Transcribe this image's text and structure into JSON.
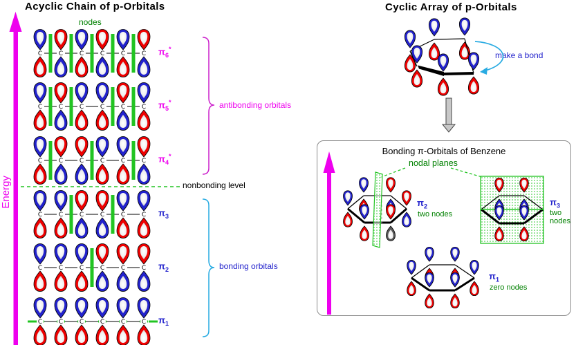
{
  "left_panel": {
    "title": "Acyclic Chain of p-Orbitals",
    "nodes_label": "nodes",
    "energy_label": "Energy",
    "nonbonding_label": "nonbonding level",
    "antibonding_label": "antibonding orbitals",
    "bonding_label": "bonding orbitals",
    "atom_symbol": "C",
    "levels": [
      {
        "name": "pi6-star",
        "sym": "π",
        "sub": "6",
        "star": "*",
        "type": "antibonding",
        "phases": [
          "+",
          "-",
          "+",
          "-",
          "+",
          "-"
        ],
        "node_gaps": [
          0,
          1,
          2,
          3,
          4
        ]
      },
      {
        "name": "pi5-star",
        "sym": "π",
        "sub": "5",
        "star": "*",
        "type": "antibonding",
        "phases": [
          "+",
          "-",
          "+",
          "+",
          "-",
          "+"
        ],
        "node_gaps": [
          0,
          1,
          3,
          4
        ]
      },
      {
        "name": "pi4-star",
        "sym": "π",
        "sub": "4",
        "star": "*",
        "type": "antibonding",
        "phases": [
          "+",
          "-",
          "-",
          "+",
          "+",
          "-"
        ],
        "node_gaps": [
          0,
          2,
          4
        ]
      },
      {
        "name": "pi3",
        "sym": "π",
        "sub": "3",
        "star": "",
        "type": "bonding",
        "phases": [
          "+",
          "+",
          "-",
          "-",
          "+",
          "+"
        ],
        "node_gaps": [
          1,
          3
        ]
      },
      {
        "name": "pi2",
        "sym": "π",
        "sub": "2",
        "star": "",
        "type": "bonding",
        "phases": [
          "+",
          "+",
          "+",
          "-",
          "-",
          "-"
        ],
        "node_gaps": [
          2
        ]
      },
      {
        "name": "pi1",
        "sym": "π",
        "sub": "1",
        "star": "",
        "type": "bonding",
        "phases": [
          "+",
          "+",
          "+",
          "+",
          "+",
          "+"
        ],
        "node_gaps": [],
        "baseline_node": true
      }
    ]
  },
  "right_panel": {
    "title": "Cyclic Array of p-Orbitals",
    "make_bond_label": "make a bond",
    "box": {
      "title": "Bonding π-Orbitals of Benzene",
      "nodal_planes_label": "nodal planes",
      "orbitals": [
        {
          "name": "pi2",
          "sym": "π",
          "sub": "2",
          "note": "two nodes",
          "left_phases": "+",
          "right_phases": "-"
        },
        {
          "name": "pi3",
          "sym": "π",
          "sub": "3",
          "note": "two nodes"
        },
        {
          "name": "pi1",
          "sym": "π",
          "sub": "1",
          "note": "zero nodes"
        }
      ]
    }
  },
  "colors": {
    "magenta": "#ee00ee",
    "brace_magenta": "#cc22cc",
    "bright_green": "#22c422",
    "green_text": "#008000",
    "blue_text": "#2222cc",
    "cyan": "#29abe2",
    "lobe_blue": "#2222cc",
    "lobe_red": "#ee0000",
    "lobe_dark": "#555555",
    "gray_arrow_fill": "#c8c8c8",
    "box_border": "#8a8a8a",
    "black": "#000000"
  }
}
